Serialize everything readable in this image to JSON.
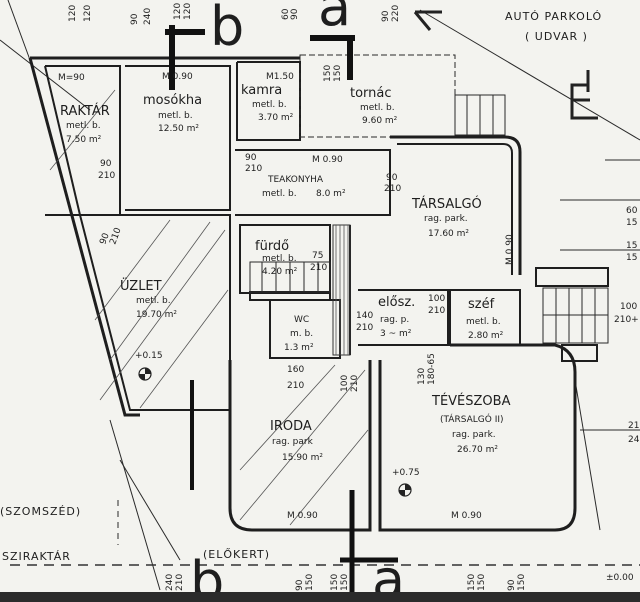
{
  "rooms": {
    "raktar": {
      "name": "RAKTÁR",
      "floor": "metl. b.",
      "area": "7.50 m²",
      "door": "M=90"
    },
    "mosokha": {
      "name": "mosókha",
      "floor": "metl. b.",
      "area": "12.50 m²",
      "door": "M 0.90"
    },
    "kamra": {
      "name": "kamra",
      "floor": "metl. b.",
      "area": "3.70 m²",
      "door": "M1.50"
    },
    "tornac": {
      "name": "tornác",
      "floor": "metl. b.",
      "area": "9.60 m²"
    },
    "teakonyha": {
      "name": "TEAKONYHA",
      "floor": "metl. b.",
      "area": "8.0 m²",
      "door": "M 0.90"
    },
    "tarsalgo": {
      "name": "TÁRSALGÓ",
      "floor": "rag. park.",
      "area": "17.60 m²"
    },
    "furdo": {
      "name": "fürdő",
      "floor": "metl. b.",
      "area": "4.20 m²"
    },
    "uzlet": {
      "name": "ÜZLET",
      "floor": "metl. b.",
      "area": "19.70 m²"
    },
    "wc": {
      "name": "WC",
      "floor": "m. b.",
      "area": "1.3 m²"
    },
    "elosz": {
      "name": "elősz.",
      "floor": "rag. p.",
      "area": "3 ~ m²"
    },
    "szef": {
      "name": "széf",
      "floor": "metl. b.",
      "area": "2.80 m²"
    },
    "iroda": {
      "name": "IRODA",
      "floor": "rag. park",
      "area": "15.90 m²",
      "door": "M 0.90"
    },
    "teveszoba": {
      "name": "TÉVÉSZOBA",
      "subtitle": "(TÁRSALGÓ II)",
      "floor": "rag. park.",
      "area": "26.70 m²",
      "door": "M 0.90"
    }
  },
  "exterior": {
    "parking": "AUTÓ PARKOLÓ",
    "courtyard": "( UDVAR )",
    "front_garden": "(ELŐKERT)",
    "neighbour": "(SZOMSZÉD)",
    "warehouse": "SZIRAKTÁR"
  },
  "sections": {
    "b": "b",
    "a": "a"
  },
  "elevations": {
    "uzlet": "+0.15",
    "teveszoba": "+0.75",
    "edge": "±0.00"
  },
  "dimensions": {
    "top": [
      "120",
      "120",
      "90",
      "240",
      "120",
      "120",
      "60",
      "90",
      "150",
      "150",
      "90",
      "220"
    ],
    "doors": [
      "90",
      "210",
      "90",
      "210",
      "90",
      "210",
      "75",
      "210",
      "90",
      "210",
      "140",
      "210",
      "100",
      "210",
      "130",
      "180-65",
      "160",
      "210",
      "100",
      "210"
    ],
    "right": [
      "60",
      "15",
      "15",
      "15",
      "100",
      "210+",
      "21",
      "24"
    ],
    "bottom": [
      "240",
      "210",
      "90",
      "150",
      "150",
      "150",
      "150",
      "150",
      "90",
      "150"
    ],
    "tarsalgo_window": "M 0.90"
  }
}
